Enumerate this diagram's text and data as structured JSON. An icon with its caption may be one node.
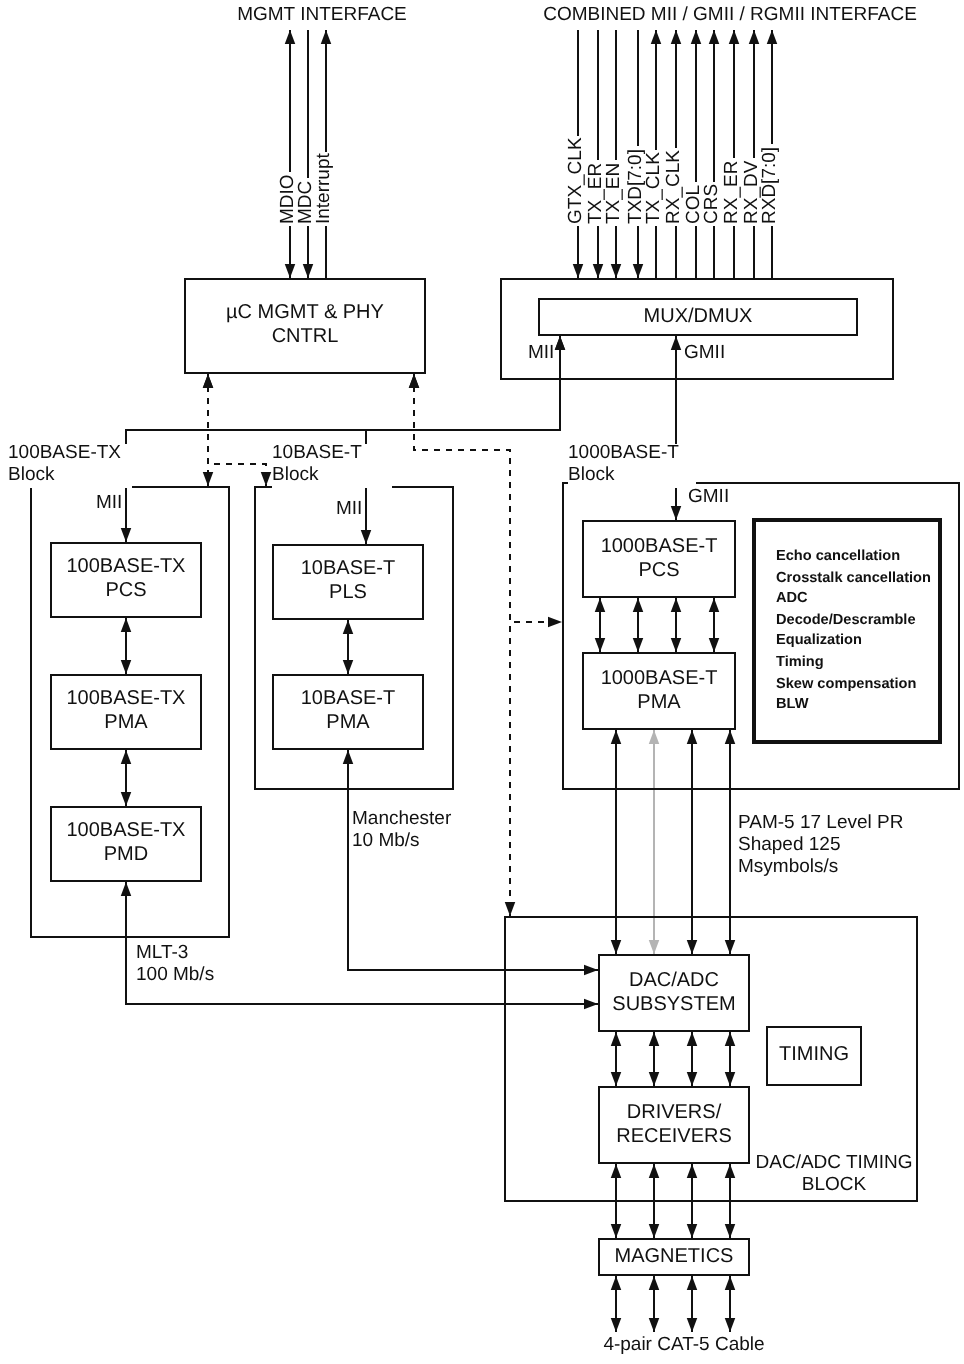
{
  "diagram": {
    "nodes": [
      {
        "text": [
          "MGMT INTERFACE"
        ]
      },
      {
        "text": [
          "COMBINED MII / GMII / RGMII INTERFACE"
        ]
      },
      {
        "text": [
          "µC MGMT & PHY CNTRL"
        ]
      },
      {
        "text": [],
        "shape": "box"
      },
      {
        "text": [
          "MUX/DMUX"
        ],
        "in": 3
      },
      {
        "text": [
          "100BASE-TX Block"
        ]
      },
      {
        "text": [
          "100BASE-TX PCS"
        ],
        "in": 5
      },
      {
        "text": [
          "100BASE-TX PMA"
        ],
        "in": 5
      },
      {
        "text": [
          "100BASE-TX PMD"
        ],
        "in": 5
      },
      {
        "text": [
          "10BASE-T Block"
        ]
      },
      {
        "text": [
          "10BASE-T PLS"
        ],
        "in": 9
      },
      {
        "text": [
          "10BASE-T PMA"
        ],
        "in": 9
      },
      {
        "text": [
          "1000BASE-T Block"
        ]
      },
      {
        "text": [
          "1000BASE-T PCS"
        ],
        "in": 12
      },
      {
        "text": [
          "1000BASE-T PMA"
        ],
        "in": 12
      },
      {
        "text": [
          "Echo cancellation",
          "Crosstalk cancellation",
          "ADC",
          "Decode/Descramble",
          "Equalization",
          "Timing",
          "Skew compensation",
          "BLW"
        ],
        "in": 12
      },
      {
        "text": [
          "DAC/ADC TIMING BLOCK"
        ]
      },
      {
        "text": [
          "DAC/ADC SUBSYSTEM"
        ],
        "in": 16
      },
      {
        "text": [
          "TIMING"
        ],
        "in": 16
      },
      {
        "text": [
          "DRIVERS/ RECEIVERS"
        ],
        "in": 16
      },
      {
        "text": [
          "MAGNETICS"
        ]
      },
      {
        "text": [
          "4-pair CAT-5 Cable"
        ]
      }
    ],
    "edges": [
      {
        "from": 2,
        "to": 0,
        "arrow": "both",
        "label": "MDIO"
      },
      {
        "from": 0,
        "to": 2,
        "arrow": "to",
        "label": "MDC"
      },
      {
        "from": 2,
        "to": 0,
        "arrow": "to",
        "label": "Interrupt"
      },
      {
        "from": 1,
        "to": 3,
        "arrow": "to",
        "label": "GTX_CLK"
      },
      {
        "from": 1,
        "to": 3,
        "arrow": "to",
        "label": "TX_ER"
      },
      {
        "from": 1,
        "to": 3,
        "arrow": "to",
        "label": "TX_EN"
      },
      {
        "from": 1,
        "to": 3,
        "arrow": "to",
        "label": "TXD[7:0]"
      },
      {
        "from": 3,
        "to": 1,
        "arrow": "to",
        "label": "TX_CLK"
      },
      {
        "from": 3,
        "to": 1,
        "arrow": "to",
        "label": "RX_CLK"
      },
      {
        "from": 3,
        "to": 1,
        "arrow": "to",
        "label": "COL"
      },
      {
        "from": 3,
        "to": 1,
        "arrow": "to",
        "label": "CRS"
      },
      {
        "from": 3,
        "to": 1,
        "arrow": "to",
        "label": "RX_ER"
      },
      {
        "from": 3,
        "to": 1,
        "arrow": "to",
        "label": "RX_DV"
      },
      {
        "from": 3,
        "to": 1,
        "arrow": "to",
        "label": "RXD[7:0]"
      },
      {
        "from": 4,
        "to": 6,
        "arrow": "both"
      },
      {
        "from": 4,
        "to": 10,
        "arrow": "both"
      },
      {
        "from": 4,
        "to": 13,
        "arrow": "both"
      },
      {
        "from": 2,
        "to": 5,
        "arrow": "both",
        "style": "dashed"
      },
      {
        "from": 2,
        "to": 9,
        "arrow": "both",
        "style": "dashed"
      },
      {
        "from": 2,
        "to": 12,
        "arrow": "both",
        "style": "dashed"
      },
      {
        "from": 2,
        "to": 16,
        "arrow": "both",
        "style": "dashed"
      },
      {
        "from": 6,
        "to": 7,
        "arrow": "both"
      },
      {
        "from": 7,
        "to": 8,
        "arrow": "both"
      },
      {
        "from": 10,
        "to": 11,
        "arrow": "both"
      },
      {
        "from": 13,
        "to": 14,
        "arrow": "both"
      },
      {
        "from": 13,
        "to": 14,
        "arrow": "both"
      },
      {
        "from": 13,
        "to": 14,
        "arrow": "both"
      },
      {
        "from": 13,
        "to": 14,
        "arrow": "both"
      },
      {
        "from": 8,
        "to": 17,
        "arrow": "both",
        "label": "MLT-3 100 Mb/s"
      },
      {
        "from": 11,
        "to": 17,
        "arrow": "both",
        "label": "Manchester 10 Mb/s"
      },
      {
        "from": 14,
        "to": 17,
        "arrow": "both"
      },
      {
        "from": 14,
        "to": 17,
        "arrow": "both",
        "color": "#b4b4b4"
      },
      {
        "from": 14,
        "to": 17,
        "arrow": "both"
      },
      {
        "from": 14,
        "to": 17,
        "arrow": "both",
        "label": "PAM-5 17 Level PR Shaped 125 Msymbols/s"
      },
      {
        "from": 17,
        "to": 19,
        "arrow": "both"
      },
      {
        "from": 17,
        "to": 19,
        "arrow": "both"
      },
      {
        "from": 17,
        "to": 19,
        "arrow": "both"
      },
      {
        "from": 17,
        "to": 19,
        "arrow": "both"
      },
      {
        "from": 19,
        "to": 20,
        "arrow": "both"
      },
      {
        "from": 19,
        "to": 20,
        "arrow": "both"
      },
      {
        "from": 19,
        "to": 20,
        "arrow": "both"
      },
      {
        "from": 19,
        "to": 20,
        "arrow": "both"
      },
      {
        "from": 20,
        "to": 21,
        "arrow": "both"
      },
      {
        "from": 20,
        "to": 21,
        "arrow": "both"
      },
      {
        "from": 20,
        "to": 21,
        "arrow": "both"
      },
      {
        "from": 20,
        "to": 21,
        "arrow": "both"
      }
    ],
    "labels": [
      "MII",
      "GMII",
      "MII",
      "MII",
      "GMII"
    ]
  }
}
